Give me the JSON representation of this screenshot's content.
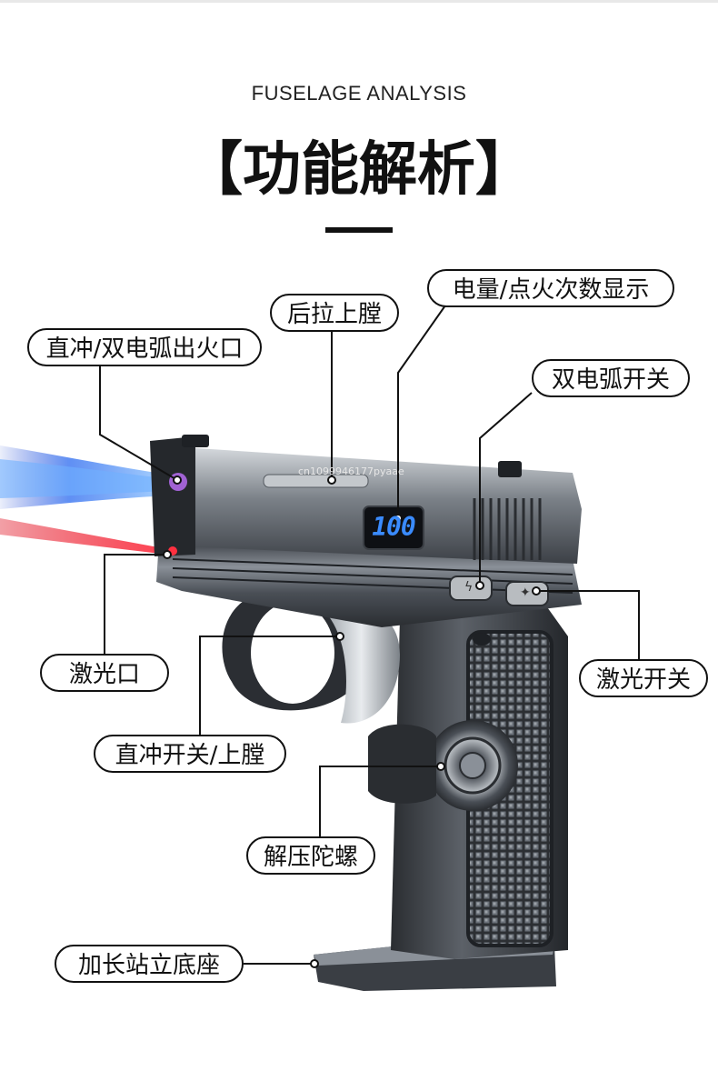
{
  "header": {
    "subtitle": "FUSELAGE ANALYSIS",
    "title": "【功能解析】"
  },
  "watermark": "cn1099946177pyaae",
  "display_value": "100",
  "labels": {
    "fire_outlet": "直冲/双电弧出火口",
    "slide_load": "后拉上膛",
    "battery_display": "电量/点火次数显示",
    "dual_arc_switch": "双电弧开关",
    "laser_port": "激光口",
    "laser_switch": "激光开关",
    "jet_switch": "直冲开关/上膛",
    "fidget_gyro": "解压陀螺",
    "stand_base": "加长站立底座"
  },
  "colors": {
    "flame": "#2f6df0",
    "laser": "#e01020",
    "display": "#3a8bff",
    "body": "#5a5f66"
  }
}
